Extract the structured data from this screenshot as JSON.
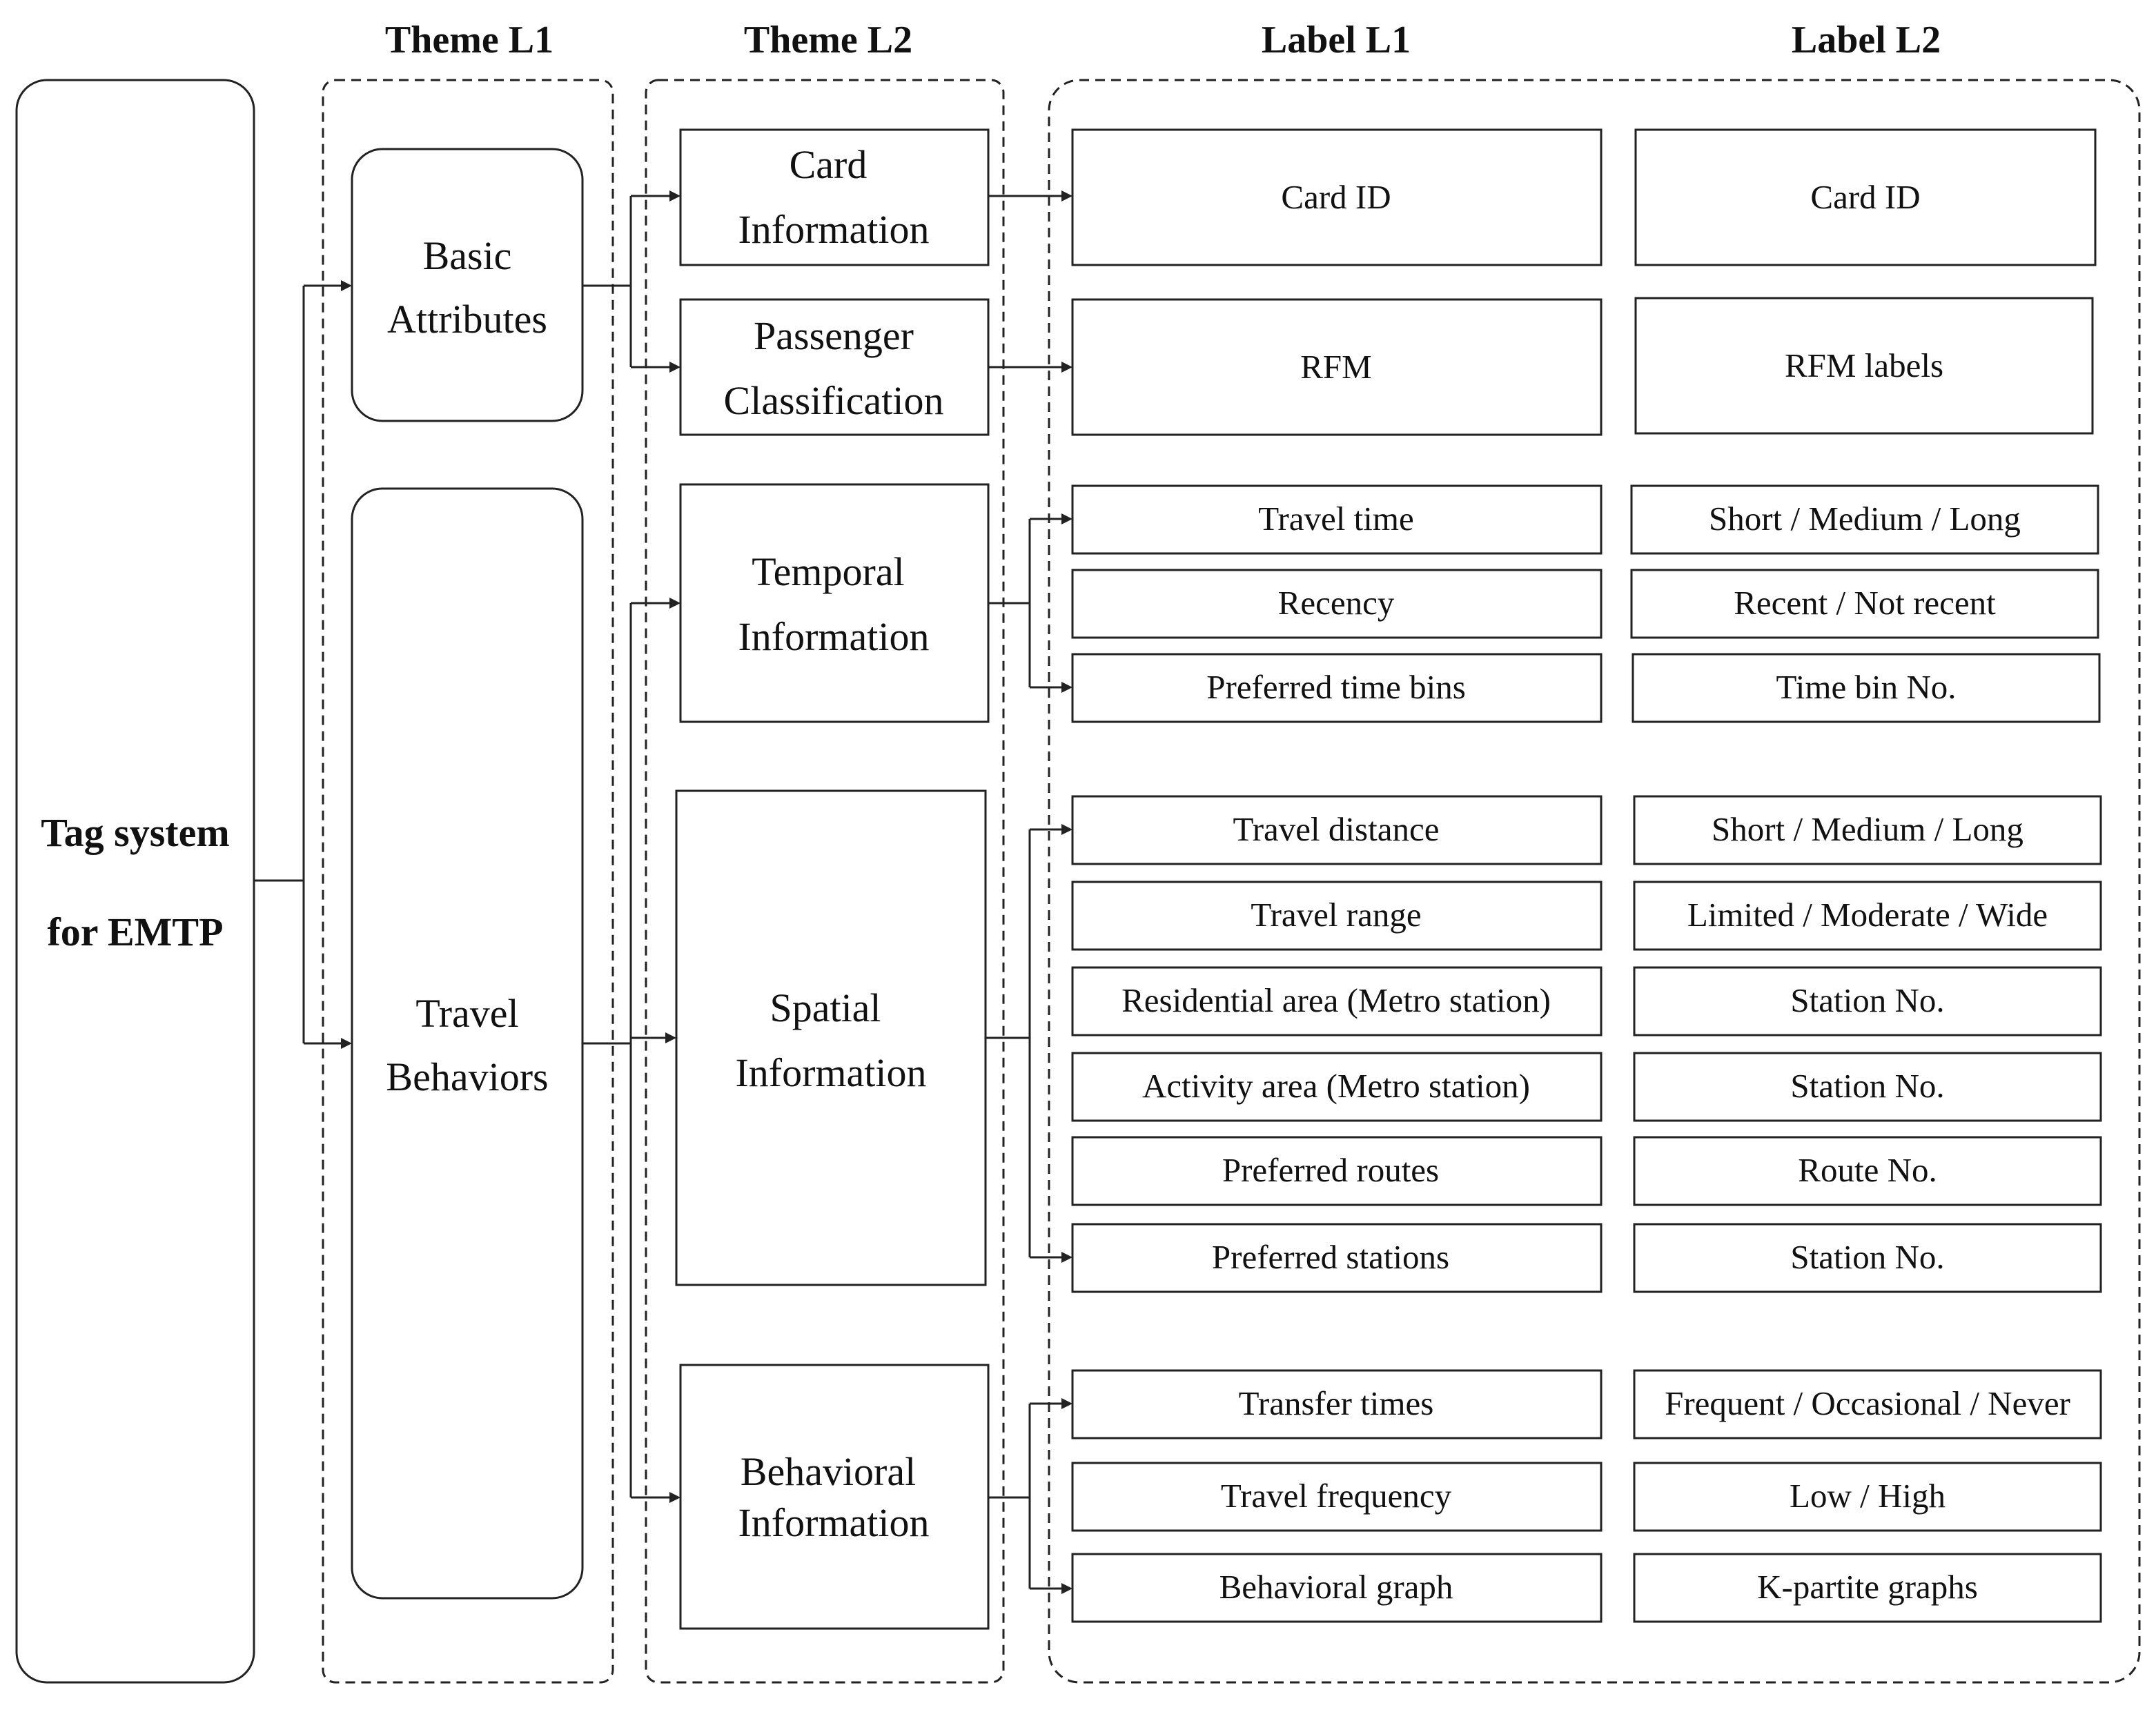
{
  "headers": {
    "theme_l1": "Theme L1",
    "theme_l2": "Theme L2",
    "label_l1": "Label L1",
    "label_l2": "Label L2"
  },
  "root": {
    "line1": "Tag system",
    "line2": "for EMTP"
  },
  "theme_l1": {
    "basic": [
      "Basic",
      "Attributes"
    ],
    "travel": [
      "Travel",
      "Behaviors"
    ]
  },
  "theme_l2": {
    "card": [
      "Card",
      "Information"
    ],
    "passenger": [
      "Passenger",
      "Classification"
    ],
    "temporal": [
      "Temporal",
      "Information"
    ],
    "spatial": [
      "Spatial",
      "Information"
    ],
    "behavioral": [
      "Behavioral",
      "Information"
    ]
  },
  "labels": [
    {
      "l1": "Card ID",
      "l2": "Card ID"
    },
    {
      "l1": "RFM",
      "l2": "RFM labels"
    },
    {
      "l1": "Travel time",
      "l2": "Short / Medium / Long"
    },
    {
      "l1": "Recency",
      "l2": "Recent / Not recent"
    },
    {
      "l1": "Preferred time bins",
      "l2": "Time bin No."
    },
    {
      "l1": "Travel distance",
      "l2": "Short / Medium / Long"
    },
    {
      "l1": "Travel range",
      "l2": "Limited / Moderate / Wide"
    },
    {
      "l1": "Residential area (Metro station)",
      "l2": "Station No."
    },
    {
      "l1": "Activity area (Metro station)",
      "l2": "Station No."
    },
    {
      "l1": "Preferred routes",
      "l2": "Route No."
    },
    {
      "l1": "Preferred stations",
      "l2": "Station No."
    },
    {
      "l1": "Transfer times",
      "l2": "Frequent / Occasional / Never"
    },
    {
      "l1": "Travel frequency",
      "l2": "Low / High"
    },
    {
      "l1": "Behavioral graph",
      "l2": "K-partite graphs"
    }
  ]
}
